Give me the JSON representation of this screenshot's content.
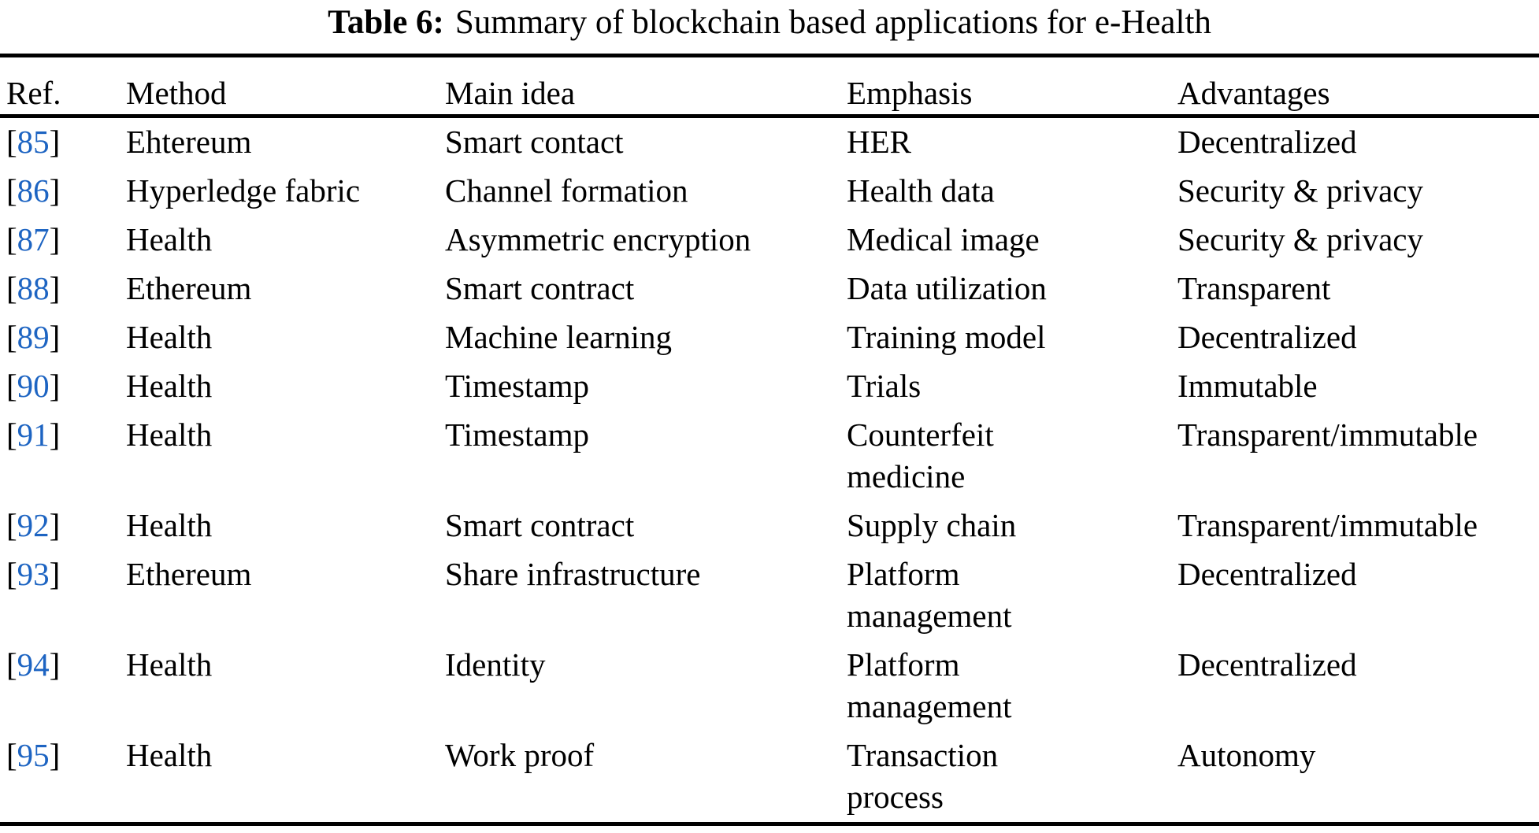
{
  "caption": {
    "label": "Table 6:",
    "text": "Summary of blockchain based applications for e-Health"
  },
  "brackets": {
    "open": "[",
    "close": "]"
  },
  "link_color": "#1d64c2",
  "table": {
    "columns": [
      "Ref.",
      "Method",
      "Main idea",
      "Emphasis",
      "Advantages"
    ],
    "rows": [
      {
        "ref": "85",
        "method": "Ehtereum",
        "main_idea": "Smart contact",
        "emphasis": "HER",
        "advantages": "Decentralized"
      },
      {
        "ref": "86",
        "method": "Hyperledge fabric",
        "main_idea": "Channel formation",
        "emphasis": "Health data",
        "advantages": "Security & privacy"
      },
      {
        "ref": "87",
        "method": "Health",
        "main_idea": "Asymmetric encryption",
        "emphasis": "Medical image",
        "advantages": "Security & privacy"
      },
      {
        "ref": "88",
        "method": "Ethereum",
        "main_idea": "Smart contract",
        "emphasis": "Data utilization",
        "advantages": "Transparent"
      },
      {
        "ref": "89",
        "method": "Health",
        "main_idea": "Machine learning",
        "emphasis": "Training model",
        "advantages": "Decentralized"
      },
      {
        "ref": "90",
        "method": "Health",
        "main_idea": "Timestamp",
        "emphasis": "Trials",
        "advantages": "Immutable"
      },
      {
        "ref": "91",
        "method": "Health",
        "main_idea": "Timestamp",
        "emphasis": "Counterfeit\nmedicine",
        "advantages": "Transparent/immutable"
      },
      {
        "ref": "92",
        "method": "Health",
        "main_idea": "Smart contract",
        "emphasis": "Supply chain",
        "advantages": "Transparent/immutable"
      },
      {
        "ref": "93",
        "method": "Ethereum",
        "main_idea": "Share infrastructure",
        "emphasis": "Platform\nmanagement",
        "advantages": "Decentralized"
      },
      {
        "ref": "94",
        "method": "Health",
        "main_idea": "Identity",
        "emphasis": "Platform\nmanagement",
        "advantages": "Decentralized"
      },
      {
        "ref": "95",
        "method": "Health",
        "main_idea": "Work proof",
        "emphasis": "Transaction\nprocess",
        "advantages": "Autonomy"
      }
    ]
  }
}
